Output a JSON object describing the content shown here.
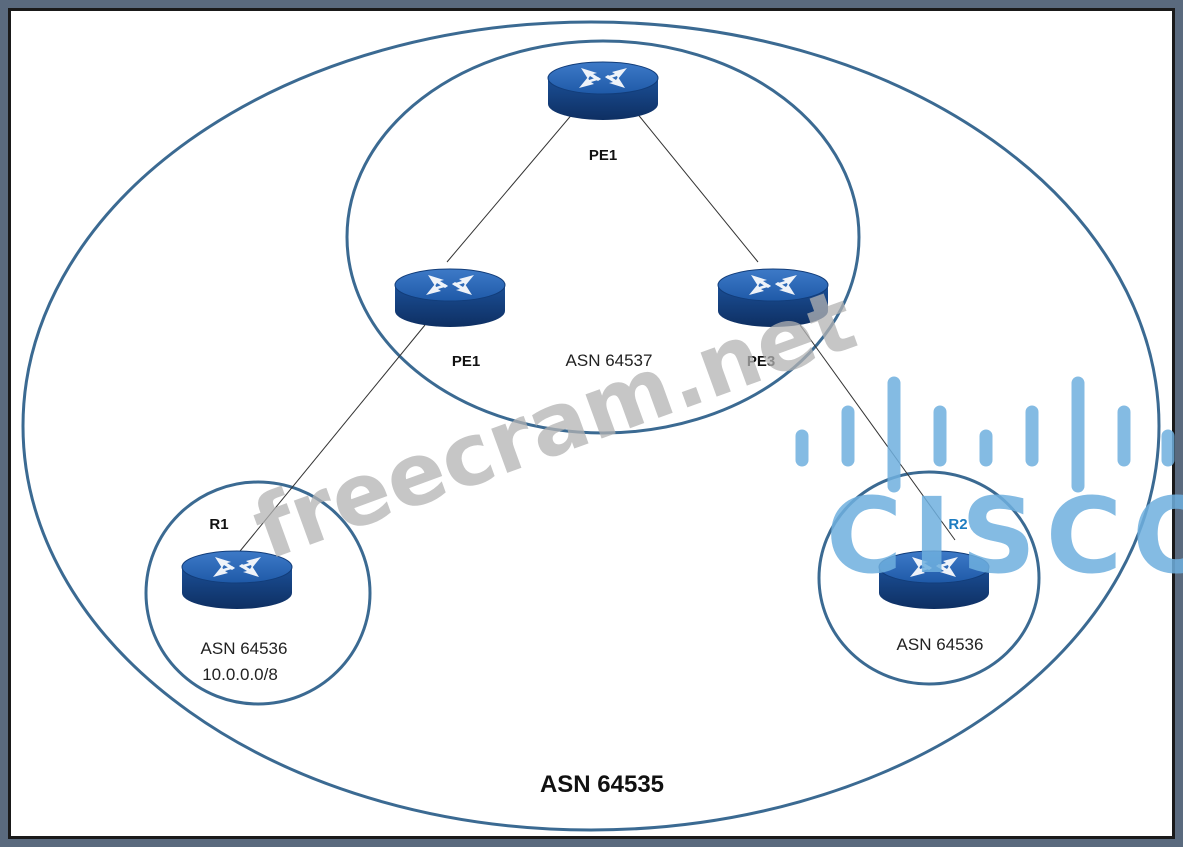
{
  "diagram": {
    "outer_label": "ASN 64535",
    "provider_label": "ASN 64537",
    "routers": {
      "pe_top": {
        "label": "PE1"
      },
      "pe_left": {
        "label": "PE1"
      },
      "pe_right": {
        "label": "PE3"
      },
      "r1": {
        "label": "R1",
        "asn": "ASN 64536",
        "prefix": "10.0.0.0/8"
      },
      "r2": {
        "label": "R2",
        "asn": "ASN 64536"
      }
    }
  },
  "watermark": {
    "text": "freecram.net",
    "brand_text": "CISCO"
  },
  "colors": {
    "ellipse_stroke": "#3b6a92",
    "router_body": "#1d56a3",
    "cisco_blue": "#6fb0df",
    "watermark_gray": "#b3b3b3"
  }
}
